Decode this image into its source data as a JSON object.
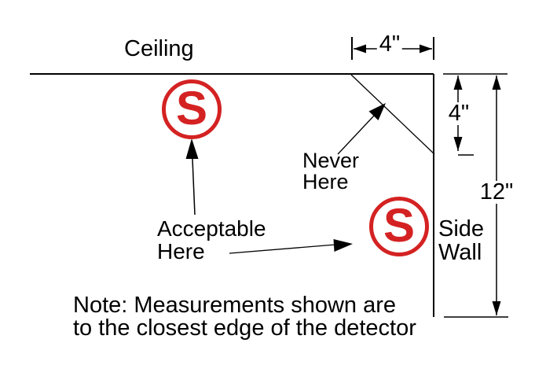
{
  "diagram": {
    "ceiling_label": "Ceiling",
    "side_wall_label": {
      "line1": "Side",
      "line2": "Wall"
    },
    "never_here_label": {
      "line1": "Never",
      "line2": "Here"
    },
    "acceptable_here_label": {
      "line1": "Acceptable",
      "line2": "Here"
    },
    "detector_symbol": "S",
    "dimensions": {
      "ceiling_offset": "4\"",
      "wall_upper_offset": "4\"",
      "wall_total": "12\""
    },
    "note_line1": "Note: Measurements shown are",
    "note_line2": "to the closest edge of the detector",
    "colors": {
      "detector_red": "#d42222",
      "line_black": "#000000"
    }
  }
}
